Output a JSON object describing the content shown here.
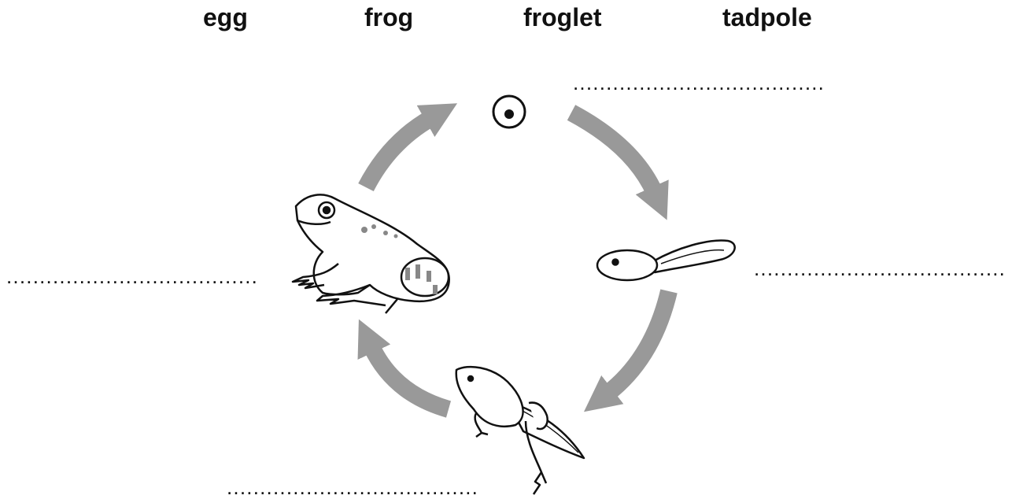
{
  "word_bank": [
    "egg",
    "frog",
    "froglet",
    "tadpole"
  ],
  "answer_blanks": {
    "top_right": "......................................",
    "right": "......................................",
    "bottom": "......................................",
    "left": "......................................"
  },
  "colors": {
    "arrow": "#999999",
    "ink": "#111111"
  }
}
